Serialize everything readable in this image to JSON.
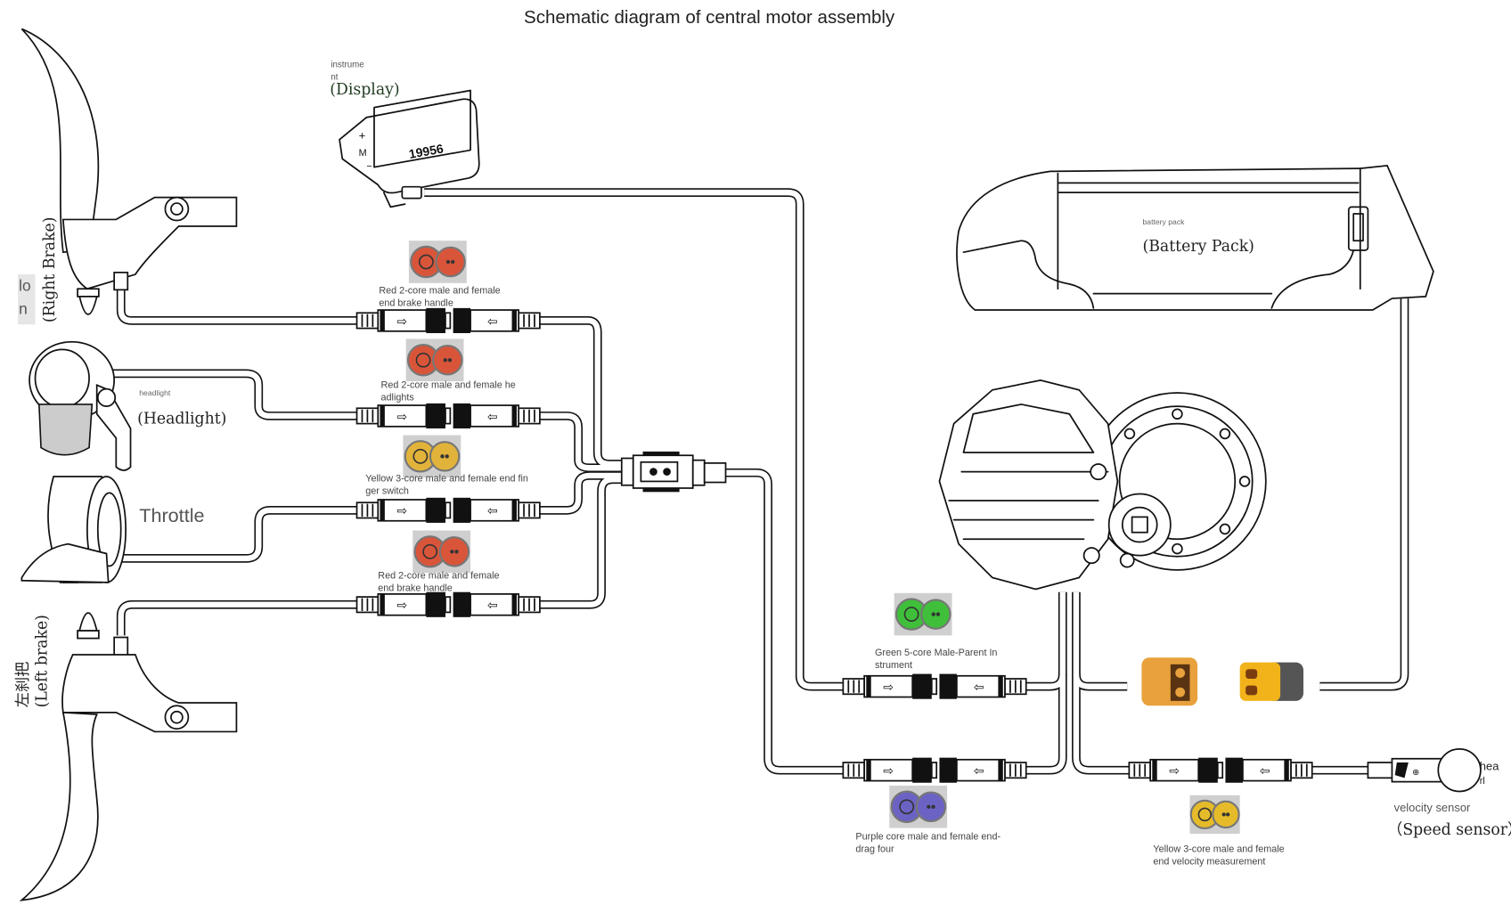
{
  "title": "Schematic diagram of central motor assembly",
  "right_brake": {
    "label": "(Right Brake)",
    "fragment": [
      "lo",
      "n"
    ]
  },
  "display": {
    "small": [
      "instrume",
      "nt"
    ],
    "label": "(Display)",
    "readout": "19956",
    "plus": "+",
    "mode": "M",
    "minus": "−"
  },
  "headlight": {
    "small": "headlight",
    "label": "(Headlight)"
  },
  "throttle": {
    "label": "Throttle"
  },
  "left_brake": {
    "label_cn": "左刹把",
    "label": "(Left brake)"
  },
  "battery": {
    "small": "battery pack",
    "label": "(Battery Pack)"
  },
  "speed_sensor": {
    "small": "velocity sensor",
    "label": "（Speed sensor）",
    "fragment": [
      "hea",
      "rl"
    ]
  },
  "connectors": [
    {
      "id": "right-brake",
      "lines": [
        "Red 2-core male and female",
        "end brake handle"
      ],
      "color": "#d9553a"
    },
    {
      "id": "headlight",
      "lines": [
        "Red 2-core male and female he",
        "adlights"
      ],
      "color": "#d9553a"
    },
    {
      "id": "finger-switch",
      "lines": [
        "Yellow 3-core male and female end fin",
        "ger switch"
      ],
      "color": "#e2b33a"
    },
    {
      "id": "left-brake",
      "lines": [
        "Red 2-core male and female",
        "end brake handle"
      ],
      "color": "#d9553a"
    },
    {
      "id": "instrument",
      "lines": [
        "Green 5-core Male-Parent In",
        "strument"
      ],
      "color": "#3fbf3a"
    },
    {
      "id": "drag-four",
      "lines": [
        "Purple core male and female end-",
        "drag four"
      ],
      "color": "#6b63c4"
    },
    {
      "id": "velocity",
      "lines": [
        "Yellow 3-core male and female",
        "end velocity measurement"
      ],
      "color": "#e6bb2a"
    }
  ],
  "power_connector": {
    "male_color": "#e8a13c",
    "female_color": "#f2b21a",
    "female_cap_color": "#555555"
  }
}
